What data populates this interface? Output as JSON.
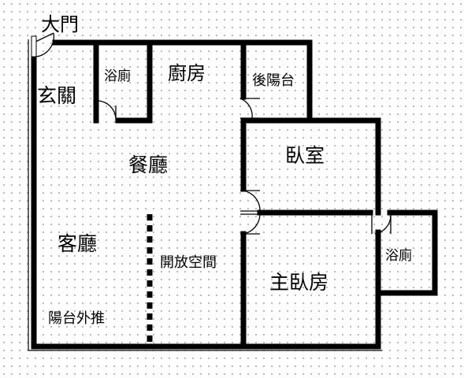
{
  "plan": {
    "labels": {
      "main_entrance": "大門",
      "foyer": "玄關",
      "bathroom_small": "浴廁",
      "kitchen": "廚房",
      "rear_balcony": "後陽台",
      "dining_room": "餐廳",
      "bedroom": "臥室",
      "living_room": "客廳",
      "open_space": "開放空間",
      "master_bathroom": "浴廁",
      "master_bedroom": "主臥房",
      "balcony_extension": "陽台外推"
    },
    "colors": {
      "wall": "#000000",
      "grid_dot": "#8a8a8a",
      "background": "#ffffff"
    }
  }
}
